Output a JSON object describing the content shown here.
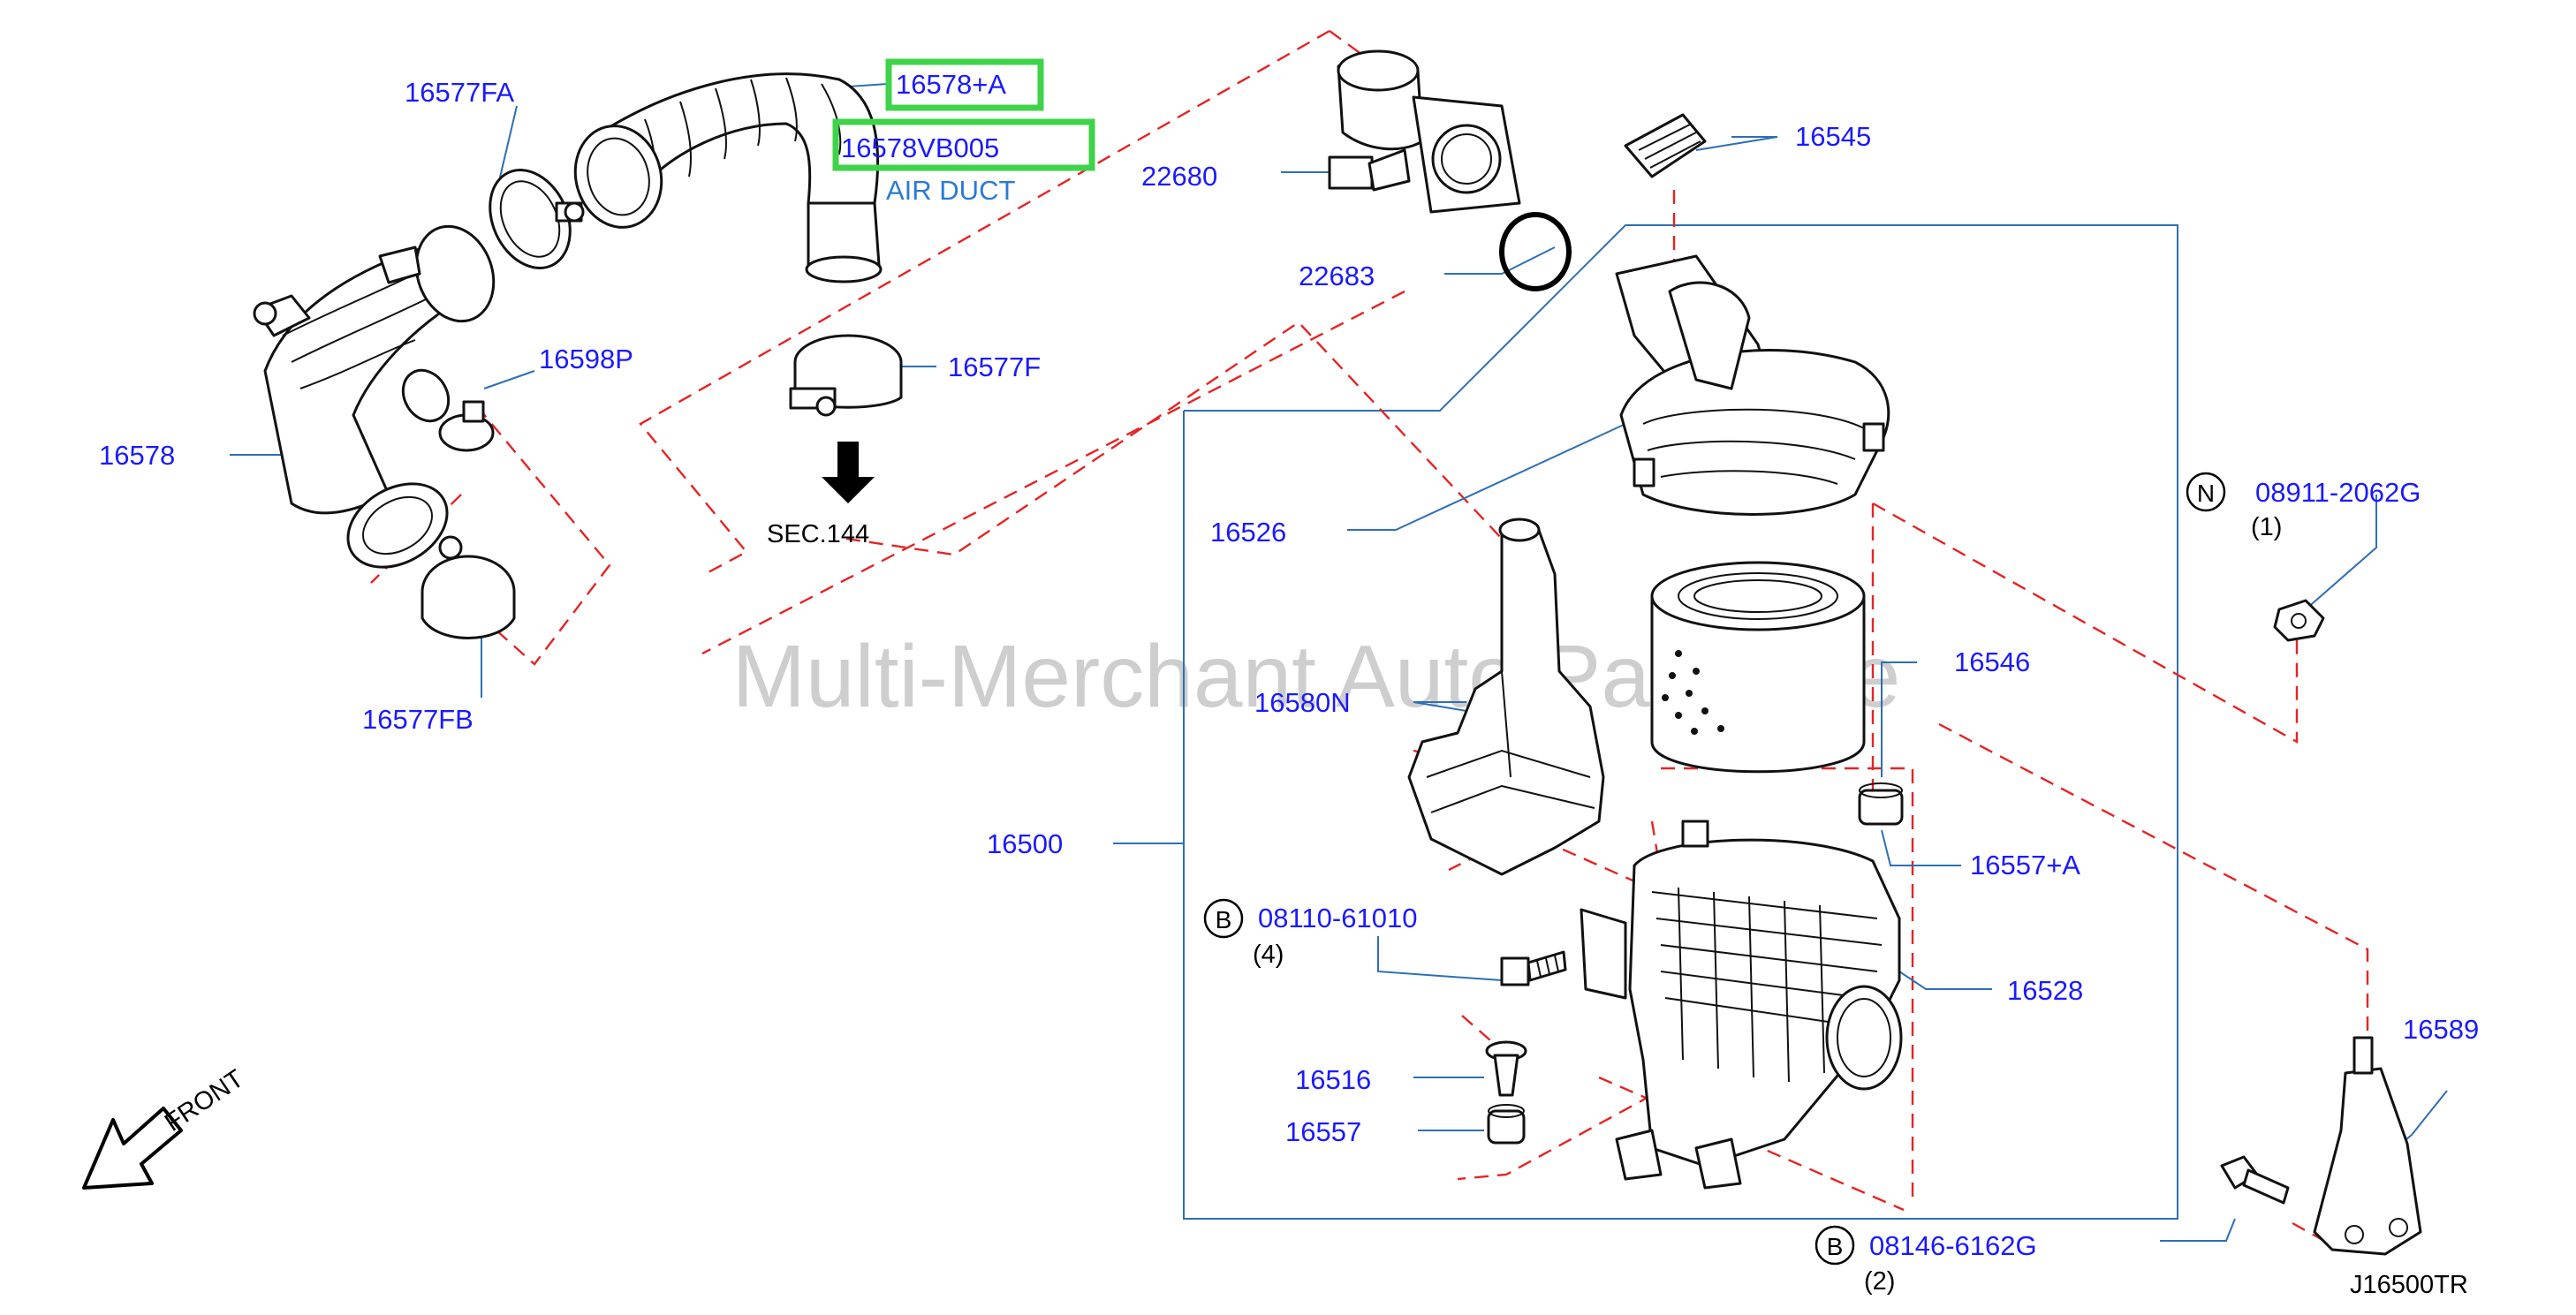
{
  "diagram": {
    "code": "J16500TR",
    "front_label": "FRONT",
    "section_ref": "SEC.144",
    "watermark": "Multi-Merchant Auto Partstore",
    "highlight_color": "#3fd34a",
    "label_color": "#1a1aff",
    "dashed_line_color": "#e52424",
    "leader_color": "#2d6fb5"
  },
  "parts": {
    "p16577FA": "16577FA",
    "p16578A": "16578+A",
    "p16578VB005": "16578VB005",
    "air_duct": "AIR DUCT",
    "p22680": "22680",
    "p16545": "16545",
    "p22683": "22683",
    "p16598P": "16598P",
    "p16577F": "16577F",
    "p16578": "16578",
    "p16526": "16526",
    "p16577FB": "16577FB",
    "p16580N": "16580N",
    "p16546": "16546",
    "p16500": "16500",
    "p16557A": "16557+A",
    "p16528": "16528",
    "p16516": "16516",
    "p16557": "16557",
    "p16589": "16589"
  },
  "fasteners": [
    {
      "badge": "N",
      "number": "08911-2062G",
      "qty": "(1)"
    },
    {
      "badge": "B",
      "number": "08110-61010",
      "qty": "(4)"
    },
    {
      "badge": "B",
      "number": "08146-6162G",
      "qty": "(2)"
    }
  ]
}
